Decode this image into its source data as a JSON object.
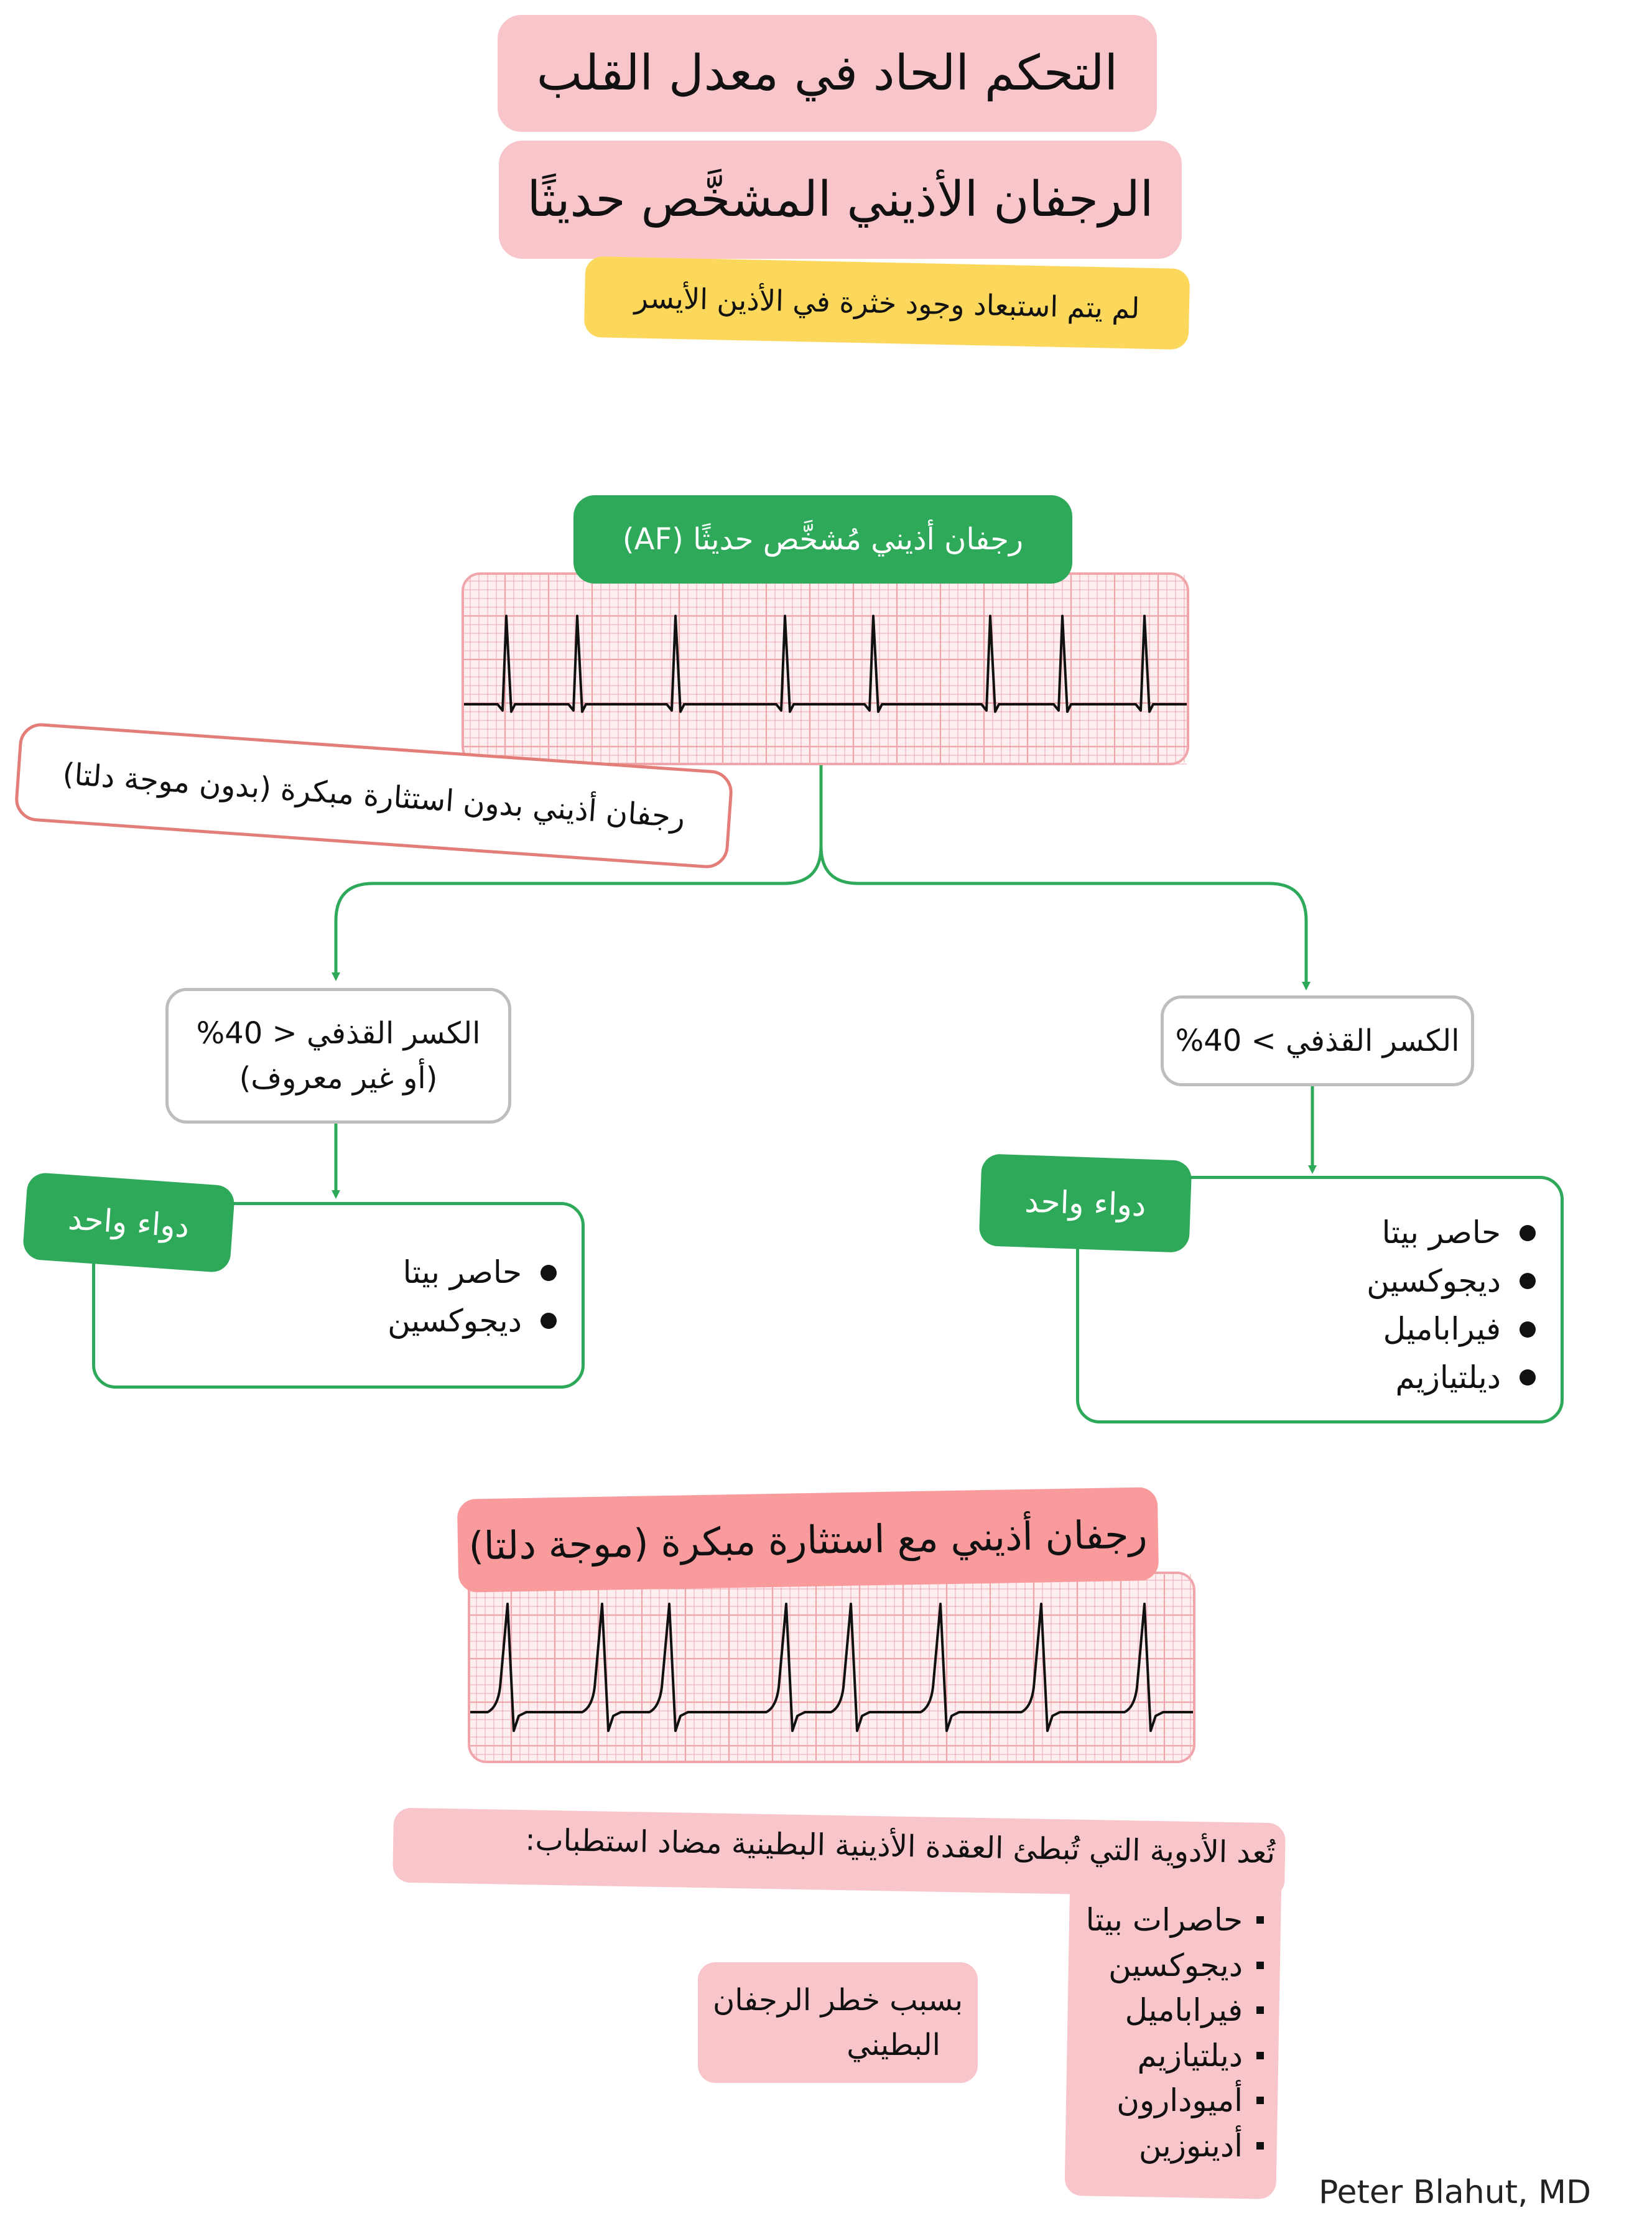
{
  "header": {
    "title": "التحكم الحاد في معدل القلب",
    "subtitle": "الرجفان الأذيني المشخَّص حديثًا",
    "note": "لم يتم استبعاد وجود خثرة في الأذين الأيسر"
  },
  "af_section": {
    "label": "رجفان أذيني مُشخَّص حديثًا (AF)",
    "no_preexcitation": "رجفان أذيني بدون استثارة مبكرة (بدون موجة دلتا)"
  },
  "left_branch": {
    "condition_line1": "الكسر القذفي < 40%",
    "condition_line2": "(أو غير معروف)",
    "tag": "دواء واحد",
    "drugs": [
      "حاصر بيتا",
      "ديجوكسين"
    ]
  },
  "right_branch": {
    "condition": "الكسر القذفي > 40%",
    "tag": "دواء واحد",
    "drugs": [
      "حاصر بيتا",
      "ديجوكسين",
      "فيراباميل",
      "ديلتيازيم"
    ]
  },
  "preexcitation_section": {
    "label": "رجفان أذيني مع استثارة مبكرة (موجة دلتا)",
    "contraindicated_title": "تُعد الأدوية التي تُبطئ العقدة الأذينية البطينية مضاد استطباب:",
    "contraindicated_drugs": [
      "حاصرات بيتا",
      "ديجوكسين",
      "فيراباميل",
      "ديلتيازيم",
      "أميودارون",
      "أدينوزين"
    ],
    "reason_line1": "بسبب خطر الرجفان",
    "reason_line2": "البطيني"
  },
  "author": "Peter Blahut, MD",
  "colors": {
    "title_bg": "#f7c5ca",
    "note_bg": "#fbd75b",
    "green": "#2ea95a",
    "salmon": "#e37d78",
    "pink_title": "#f99a9c",
    "grid": "#f0a5ab",
    "grid_bg": "#fdeef0"
  },
  "icons": [
    "bullet-dot-icon",
    "bullet-square-icon",
    "ecg-strip-icon"
  ]
}
